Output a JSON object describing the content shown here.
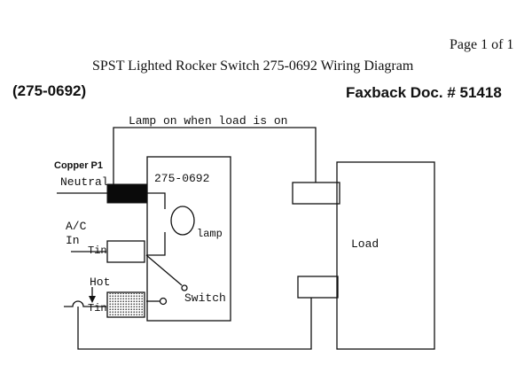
{
  "header": {
    "page_indicator": "Page 1 of 1",
    "title": "SPST Lighted Rocker Switch 275-0692 Wiring Diagram",
    "part_number": "(275-0692)",
    "faxback": "Faxback Doc. # 51418"
  },
  "labels": {
    "lamp_note": "Lamp on when load is on",
    "copper": "Copper P1",
    "neutral": "Neutral",
    "switch_part": "275-0692",
    "lamp": "lamp",
    "ac": "A/C",
    "in": "In",
    "tin_top": "Tin",
    "hot": "Hot",
    "tin_bottom": "Tin",
    "switch": "Switch",
    "load": "Load"
  },
  "colors": {
    "ink": "#111111",
    "copper_fill": "#0a0a0a"
  }
}
